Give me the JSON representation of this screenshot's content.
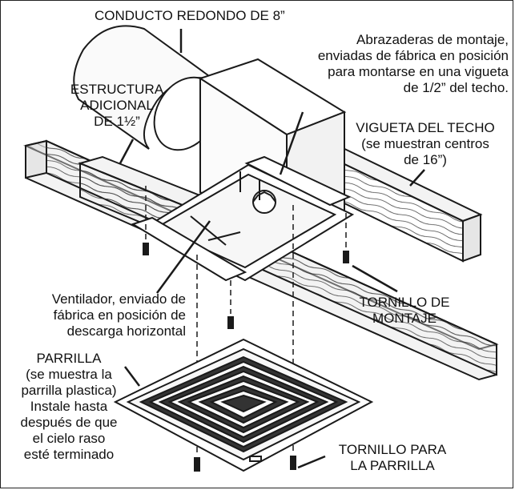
{
  "labels": {
    "duct": "CONDUCTO REDONDO DE 8”",
    "brackets": [
      "Abrazaderas de montaje,",
      "enviadas de fábrica en posición",
      "para montarse en una vigueta",
      "de 1/2” del techo."
    ],
    "extra_framing": [
      "ESTRUCTURA",
      "ADICIONAL",
      "DE 1½”"
    ],
    "joist": [
      "VIGUETA DEL TECHO",
      "(se muestran centros",
      "de 16”)"
    ],
    "fan": [
      "Ventilador, enviado de",
      "fábrica en posición de",
      "descarga horizontal"
    ],
    "mount_screw": [
      "TORNILLO DE",
      "MONTAJE"
    ],
    "grille": [
      "PARRILLA",
      "(se muestra la",
      "parrilla plastica)",
      "Instale hasta",
      "después de que",
      "el cielo raso",
      "esté terminado"
    ],
    "grille_screw": [
      "TORNILLO PARA",
      "LA PARRILLA"
    ]
  },
  "colors": {
    "line": "#1a1a1a",
    "wood": "#f3f3f3",
    "background": "#ffffff"
  }
}
